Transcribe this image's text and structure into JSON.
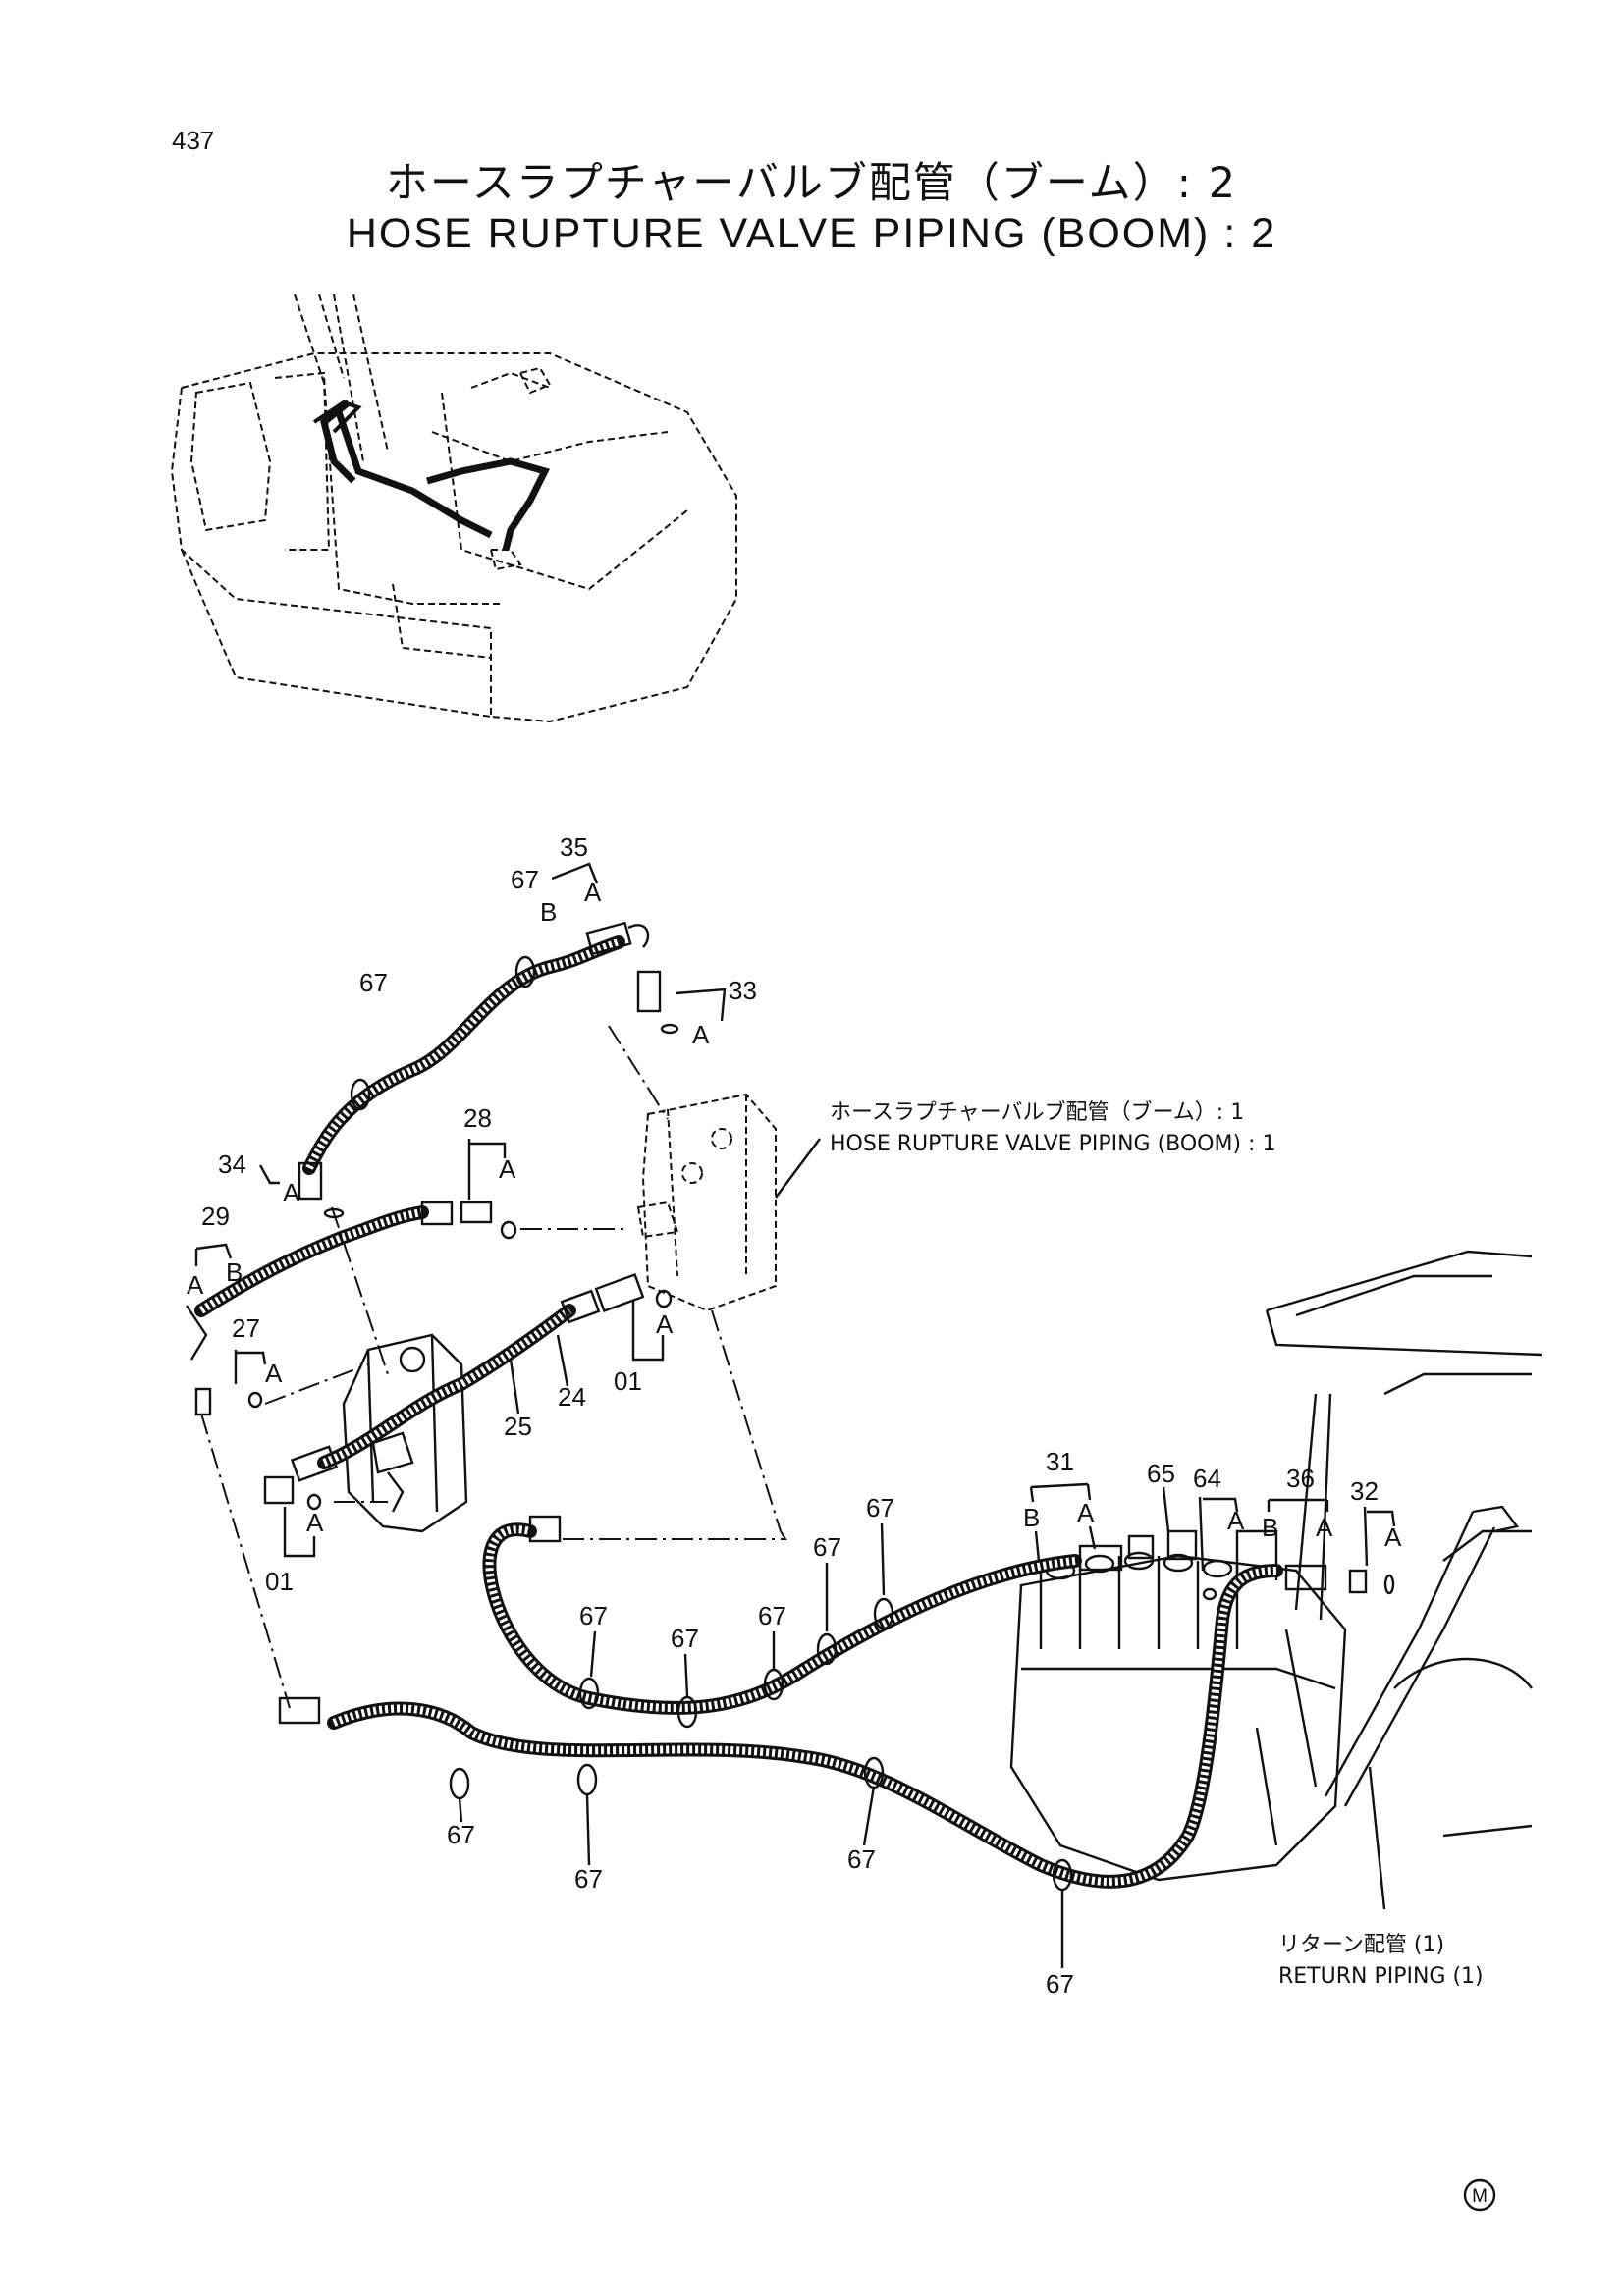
{
  "page_number": "437",
  "title_jp": "ホースラプチャーバルブ配管（ブーム）: 2",
  "title_en": "HOSE RUPTURE VALVE PIPING (BOOM) : 2",
  "notes": {
    "ref1_jp": "ホースラプチャーバルブ配管（ブーム）: 1",
    "ref1_en": "HOSE RUPTURE VALVE PIPING (BOOM) : 1",
    "return_jp": "リターン配管 (1)",
    "return_en": "RETURN PIPING (1)"
  },
  "mark": "M",
  "callouts": {
    "p35": "35",
    "p33": "33",
    "p34": "34",
    "p28": "28",
    "p29": "29",
    "p27": "27",
    "p24": "24",
    "p25": "25",
    "p01a": "01",
    "p01b": "01",
    "p31": "31",
    "p65": "65",
    "p64": "64",
    "p36": "36",
    "p32": "32",
    "p67": "67",
    "A": "A",
    "B": "B"
  }
}
